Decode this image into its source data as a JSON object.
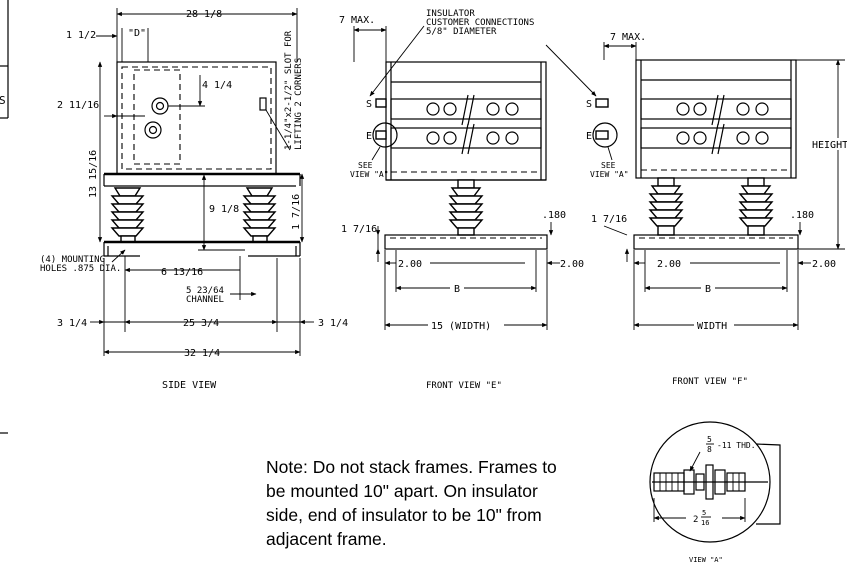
{
  "side_view": {
    "caption": "SIDE VIEW",
    "dim_overall_top": "28 1/8",
    "dim_1_half": "1 1/2",
    "dim_d": "\"D\"",
    "dim_4_quarter": "4 1/4",
    "dim_2_11_16": "2 11/16",
    "slot_note_1": "1-1/4\"x2-1/2\" SLOT FOR",
    "slot_note_2": "LIFTING 2 CORNERS",
    "dim_13_15_16": "13 15/16",
    "dim_9_1_8": "9 1/8",
    "dim_1_7_16": "1 7/16",
    "mount_holes_1": "(4) MOUNTING",
    "mount_holes_2": "HOLES .875 DIA.",
    "dim_6_13_16": "6 13/16",
    "channel_1": "5 23/64",
    "channel_2": "CHANNEL",
    "dim_3_quarter_left": "3 1/4",
    "dim_25_3_4": "25 3/4",
    "dim_3_quarter_right": "3 1/4",
    "dim_32_1_4": "32 1/4"
  },
  "front_view_e": {
    "caption": "FRONT VIEW \"E\"",
    "dim_7_max": "7 MAX.",
    "insulator_1": "INSULATOR",
    "insulator_2": "CUSTOMER CONNECTIONS",
    "insulator_3": "5/8\" DIAMETER",
    "label_s": "S",
    "label_e": "E",
    "see_view_1": "SEE",
    "see_view_2": "VIEW \"A\"",
    "dim_1_7_16": "1 7/16",
    "dim_180": ".180",
    "dim_2_left": "2.00",
    "dim_2_right": "2.00",
    "dim_b": "B",
    "dim_width": "15 (WIDTH)"
  },
  "front_view_f": {
    "caption": "FRONT VIEW \"F\"",
    "dim_7_max": "7 MAX.",
    "label_s": "S",
    "label_e": "E",
    "see_view_1": "SEE",
    "see_view_2": "VIEW \"A\"",
    "dim_1_7_16": "1 7/16",
    "dim_180": ".180",
    "dim_2_left": "2.00",
    "dim_2_right": "2.00",
    "dim_b": "B",
    "dim_width": "WIDTH",
    "dim_height": "HEIGHT"
  },
  "view_a": {
    "caption": "VIEW \"A\"",
    "thread_num": "5",
    "thread_den": "8",
    "thread_rest": "-11 THD.",
    "dim_whole": "2",
    "dim_num": "5",
    "dim_den": "16"
  },
  "note": "Note:  Do not stack frames.  Frames to be mounted 10\" apart.  On insulator side, end of insulator to be 10\" from adjacent frame.",
  "margin_marks": [
    "S"
  ]
}
